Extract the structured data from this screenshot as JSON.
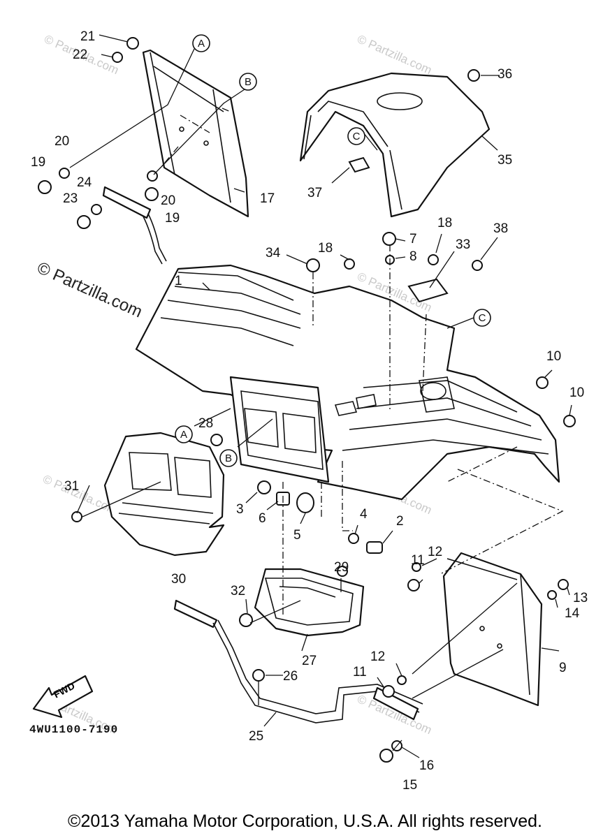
{
  "diagram": {
    "drawing_code": "4WU1100-7190",
    "copyright": "©2013 Yamaha Motor Corporation, U.S.A. All rights reserved.",
    "watermark_main": "© Partzilla.com",
    "watermark_faint": "© Partzilla.com",
    "fwd_label": "FWD",
    "part_labels": [
      {
        "id": "1"
      },
      {
        "id": "2"
      },
      {
        "id": "3"
      },
      {
        "id": "4"
      },
      {
        "id": "5"
      },
      {
        "id": "6"
      },
      {
        "id": "7"
      },
      {
        "id": "8"
      },
      {
        "id": "9"
      },
      {
        "id": "10"
      },
      {
        "id": "10"
      },
      {
        "id": "11"
      },
      {
        "id": "11"
      },
      {
        "id": "12"
      },
      {
        "id": "12"
      },
      {
        "id": "13"
      },
      {
        "id": "14"
      },
      {
        "id": "15"
      },
      {
        "id": "16"
      },
      {
        "id": "17"
      },
      {
        "id": "18"
      },
      {
        "id": "18"
      },
      {
        "id": "19"
      },
      {
        "id": "19"
      },
      {
        "id": "20"
      },
      {
        "id": "20"
      },
      {
        "id": "21"
      },
      {
        "id": "22"
      },
      {
        "id": "23"
      },
      {
        "id": "24"
      },
      {
        "id": "25"
      },
      {
        "id": "26"
      },
      {
        "id": "27"
      },
      {
        "id": "28"
      },
      {
        "id": "29"
      },
      {
        "id": "30"
      },
      {
        "id": "31"
      },
      {
        "id": "32"
      },
      {
        "id": "33"
      },
      {
        "id": "34"
      },
      {
        "id": "35"
      },
      {
        "id": "36"
      },
      {
        "id": "37"
      },
      {
        "id": "38"
      }
    ],
    "reference_markers": [
      "A",
      "B",
      "C",
      "A",
      "B",
      "C"
    ]
  }
}
